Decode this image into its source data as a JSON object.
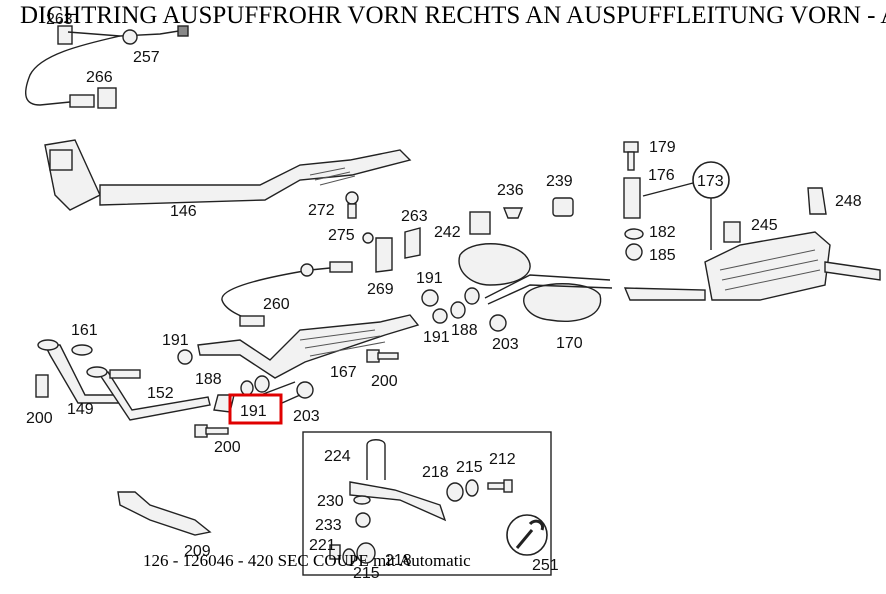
{
  "title": "DICHTRING AUSPUFFROHR VORN RECHTS AN AUSPUFFLEITUNG VORN - A",
  "caption": "126 - 126046 - 420 SEC COUPE mit Automatic",
  "highlight_color": "#e00000",
  "callouts": {
    "c263a": "263",
    "c257": "257",
    "c266": "266",
    "c146": "146",
    "c272": "272",
    "c263b": "263",
    "c275": "275",
    "c242": "242",
    "c236": "236",
    "c239": "239",
    "c269": "269",
    "c260": "260",
    "c179": "179",
    "c176": "176",
    "c173": "173",
    "c248": "248",
    "c245": "245",
    "c182": "182",
    "c185": "185",
    "c191a": "191",
    "c188a": "188",
    "c191b": "191",
    "c203a": "203",
    "c170": "170",
    "c161": "161",
    "c191c": "191",
    "c167": "167",
    "c200a": "200",
    "c188b": "188",
    "c152": "152",
    "c149": "149",
    "c200b": "200",
    "c191d": "191",
    "c203b": "203",
    "c200c": "200",
    "c224": "224",
    "c218a": "218",
    "c215a": "215",
    "c212": "212",
    "c230": "230",
    "c233": "233",
    "c221": "221",
    "c218b": "218",
    "c215b": "215",
    "c209": "209",
    "c251": "251"
  }
}
